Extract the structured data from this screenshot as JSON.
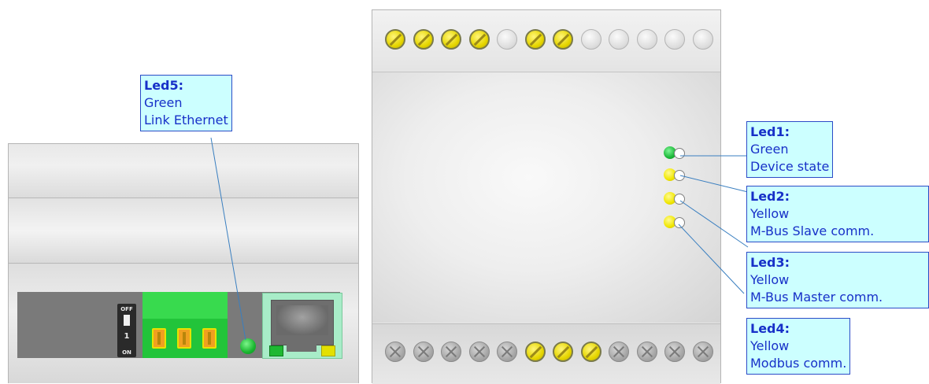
{
  "dip_switch": {
    "off_label": "OFF",
    "on_label": "ON",
    "switch_number": "1"
  },
  "callouts": [
    {
      "id": "led5",
      "title": "Led5:",
      "lines": [
        "Green",
        "Link Ethernet"
      ]
    },
    {
      "id": "led1",
      "title": "Led1:",
      "lines": [
        "Green",
        "Device state"
      ]
    },
    {
      "id": "led2",
      "title": "Led2:",
      "lines": [
        "Yellow",
        "M-Bus Slave comm."
      ]
    },
    {
      "id": "led3",
      "title": "Led3:",
      "lines": [
        "Yellow",
        "M-Bus Master comm."
      ]
    },
    {
      "id": "led4",
      "title": "Led4:",
      "lines": [
        "Yellow",
        "Modbus comm."
      ]
    }
  ],
  "terminals_top": [
    "yellow",
    "yellow",
    "yellow",
    "yellow",
    "empty",
    "yellow",
    "yellow",
    "empty",
    "empty",
    "empty",
    "empty",
    "empty"
  ],
  "terminals_bottom": [
    "grey",
    "grey",
    "grey",
    "grey",
    "grey",
    "yellow",
    "yellow",
    "yellow",
    "grey",
    "grey",
    "grey",
    "grey"
  ],
  "status_leds": [
    "green",
    "yellow",
    "yellow",
    "yellow"
  ],
  "colors": {
    "callout_bg": "#ccffff",
    "callout_border": "#2b4bc7",
    "callout_text": "#1730c8",
    "led_green": "#1cb838",
    "led_yellow": "#f0e600",
    "terminal_green": "#22c43a",
    "rj45_body": "#a8ecc8"
  }
}
